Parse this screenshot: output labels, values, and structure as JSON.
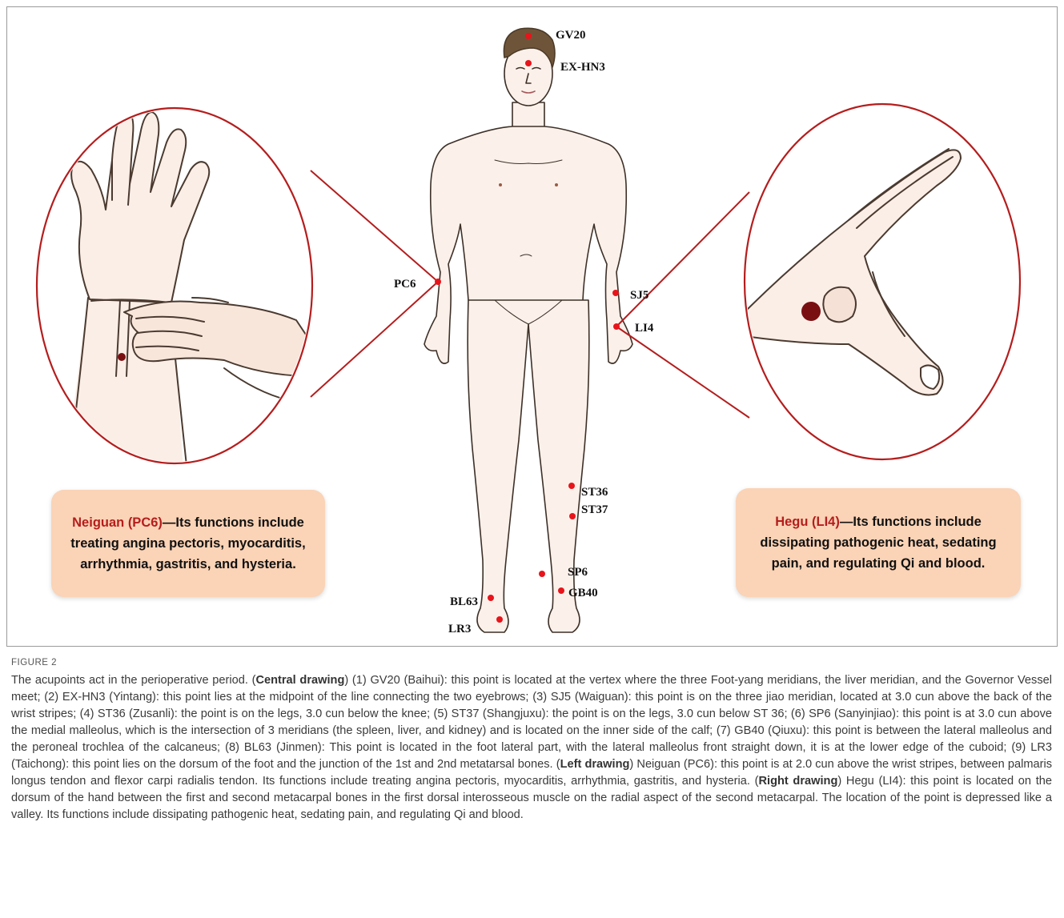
{
  "colors": {
    "acupoint": "#e8141b",
    "callout_line": "#b51d1d",
    "box_fill": "#fbd3b6",
    "skin": "#f9ece3",
    "hair": "#6e553a"
  },
  "acupoints": [
    {
      "code": "GV20"
    },
    {
      "code": "EX-HN3"
    },
    {
      "code": "PC6"
    },
    {
      "code": "SJ5"
    },
    {
      "code": "LI4"
    },
    {
      "code": "ST36"
    },
    {
      "code": "ST37"
    },
    {
      "code": "SP6"
    },
    {
      "code": "GB40"
    },
    {
      "code": "BL63"
    },
    {
      "code": "LR3"
    }
  ],
  "left_box": {
    "highlight": "Neiguan (PC6)",
    "line1": "—Its functions include",
    "line2": "treating angina pectoris, myocarditis,",
    "line3": "arrhythmia, gastritis, and hysteria."
  },
  "right_box": {
    "highlight": "Hegu (LI4)",
    "line1": "—Its functions include",
    "line2": "dissipating pathogenic heat, sedating",
    "line3": "pain, and regulating Qi and blood."
  },
  "caption": {
    "label": "FIGURE 2",
    "intro": "The acupoints act in the perioperative period. (",
    "central_heading": "Central drawing",
    "central_text": ") (1) GV20 (Baihui): this point is located at the vertex where the three Foot-yang meridians, the liver meridian, and the Governor Vessel meet; (2) EX-HN3 (Yintang): this point lies at the midpoint of the line connecting the two eyebrows; (3) SJ5 (Waiguan): this point is on the three jiao meridian, located at 3.0 cun above the back of the wrist stripes; (4) ST36 (Zusanli): the point is on the legs, 3.0 cun below the knee; (5) ST37 (Shangjuxu): the point is on the legs, 3.0 cun below ST 36; (6) SP6 (Sanyinjiao): this point is at 3.0 cun above the medial malleolus, which is the intersection of 3 meridians (the spleen, liver, and kidney) and is located on the inner side of the calf; (7) GB40 (Qiuxu): this point is between the lateral malleolus and the peroneal trochlea of the calcaneus; (8) BL63 (Jinmen): This point is located in the foot lateral part, with the lateral malleolus front straight down, it is at the lower edge of the cuboid; (9) LR3 (Taichong): this point lies on the dorsum of the foot and the junction of the 1st and 2nd metatarsal bones. (",
    "left_heading": "Left drawing",
    "left_text": ") Neiguan (PC6): this point is at 2.0 cun above the wrist stripes, between palmaris longus tendon and flexor carpi radialis tendon. Its functions include treating angina pectoris, myocarditis, arrhythmia, gastritis, and hysteria. (",
    "right_heading": "Right drawing",
    "right_text": ") Hegu (LI4): this point is located on the dorsum of the hand between the first and second metacarpal bones in the first dorsal interosseous muscle on the radial aspect of the second metacarpal. The location of the point is depressed like a valley. Its functions include dissipating pathogenic heat, sedating pain, and regulating Qi and blood."
  }
}
